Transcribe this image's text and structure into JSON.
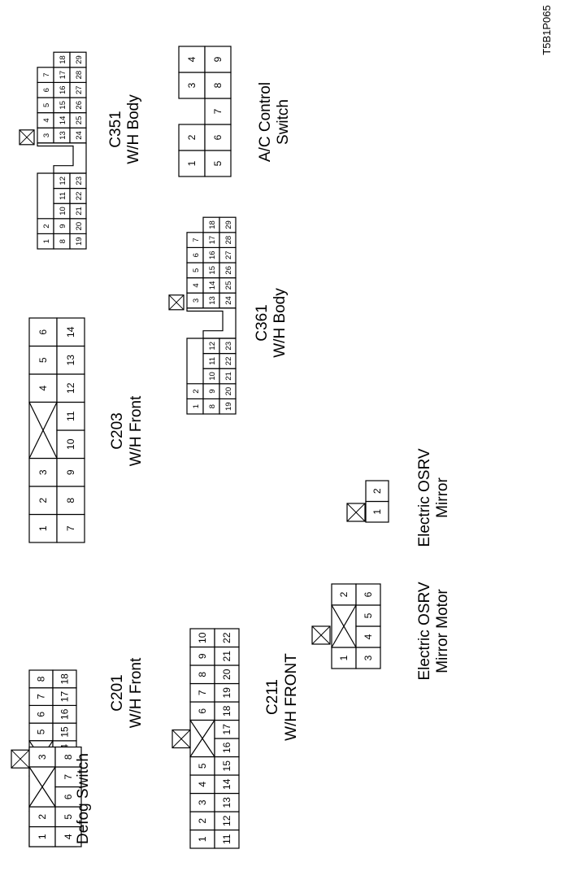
{
  "figure_id": "T5B1P065",
  "connectors": {
    "c201": {
      "title": "C201",
      "subtitle": "W/H Front"
    },
    "c203": {
      "title": "C203",
      "subtitle": "W/H Front"
    },
    "c211": {
      "title": "C211",
      "subtitle": "W/H FRONT"
    },
    "c351": {
      "title": "C351",
      "subtitle": "W/H Body"
    },
    "c361": {
      "title": "C361",
      "subtitle": "W/H Body"
    },
    "ac_switch": {
      "line1": "A/C Control",
      "line2": "Switch"
    },
    "defog": {
      "line1": "Defog Switch"
    },
    "osrv_motor": {
      "line1": "Electric OSRV",
      "line2": "Mirror Motor"
    },
    "osrv_mirror": {
      "line1": "Electric OSRV",
      "line2": "Mirror"
    }
  }
}
